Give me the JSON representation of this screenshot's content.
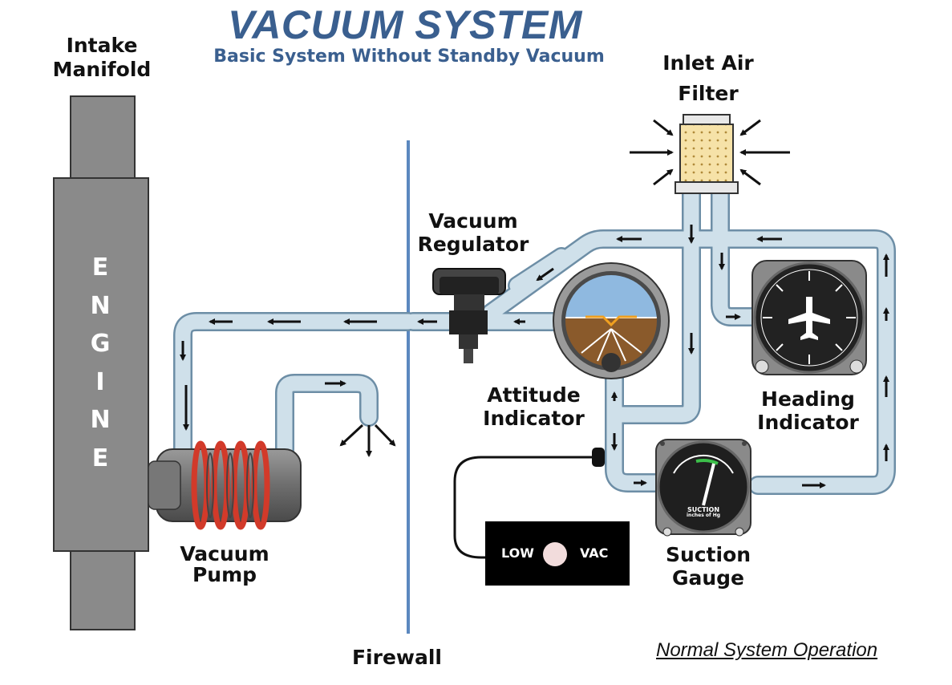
{
  "title": "VACUUM SYSTEM",
  "subtitle": "Basic System Without Standby Vacuum",
  "labels": {
    "intake_manifold": [
      "Intake",
      "Manifold"
    ],
    "engine_letters": [
      "E",
      "N",
      "G",
      "I",
      "N",
      "E"
    ],
    "vacuum_pump": [
      "Vacuum",
      "Pump"
    ],
    "firewall": "Firewall",
    "vacuum_regulator": [
      "Vacuum",
      "Regulator"
    ],
    "inlet_air_filter": [
      "Inlet Air",
      "Filter"
    ],
    "attitude_indicator": [
      "Attitude",
      "Indicator"
    ],
    "heading_indicator": [
      "Heading",
      "Indicator"
    ],
    "suction_gauge": [
      "Suction",
      "Gauge"
    ],
    "suction_dial_text": [
      "SUCTION",
      "inches of Hg"
    ],
    "low_vac_left": "LOW",
    "low_vac_right": "VAC",
    "footer": "Normal System Operation"
  },
  "colors": {
    "title": "#3a5f8f",
    "tube_fill": "#cfe0ea",
    "tube_edge": "#6d8ea6",
    "firewall": "#5b88bf",
    "engine": "#8a8a8a",
    "pump_band": "#d23a2a"
  }
}
